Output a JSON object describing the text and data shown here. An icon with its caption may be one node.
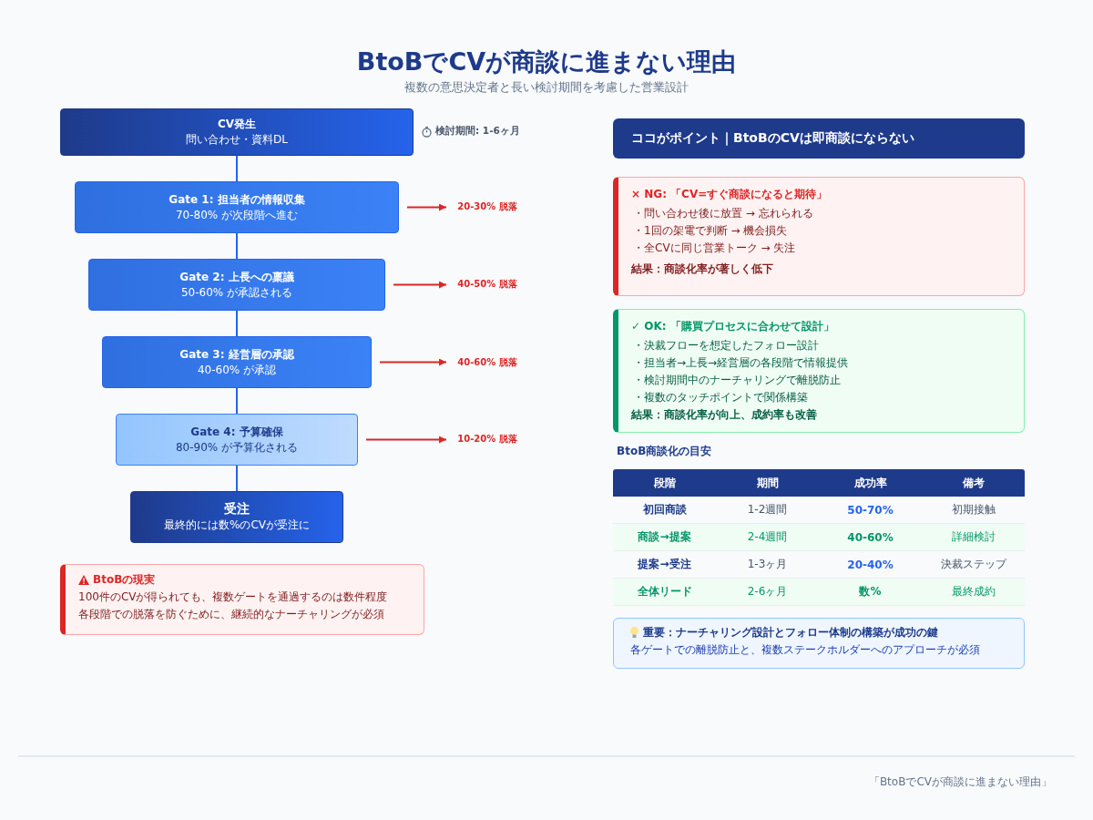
{
  "diagram": {
    "title": "BtoBでCVが商談に進まない理由",
    "nodes": [
      {
        "text": [
          "CV発生",
          "問い合わせ・資料DL"
        ],
        "beside": [
          "検討期間: 1-6ヶ月"
        ]
      },
      {
        "text": [
          "Gate 1: 担当者の情報収集",
          "70-80% が次段階へ進む"
        ]
      },
      {
        "text": [
          "20-30% 脱落"
        ]
      },
      {
        "text": [
          "Gate 2: 上長への稟議",
          "50-60% が承認される"
        ]
      },
      {
        "text": [
          "40-50% 脱落"
        ]
      },
      {
        "text": [
          "Gate 3: 経営層の承認",
          "40-60% が承認"
        ]
      },
      {
        "text": [
          "40-60% 脱落"
        ]
      },
      {
        "text": [
          "Gate 4: 予算確保",
          "80-90% が予算化される"
        ]
      },
      {
        "text": [
          "10-20% 脱落"
        ]
      },
      {
        "text": [
          "受注",
          "最終的には数%のCVが受注に"
        ]
      },
      {
        "text": [
          "BtoBの現実",
          "100件のCVが得られても、複数ゲートを通過するのは数件程度",
          "各段階での脱落を防ぐために、継続的なナーチャリングが必須"
        ]
      },
      {
        "text": [
          "ココがポイント｜BtoBのCVは即商談にならない"
        ]
      },
      {
        "text": [
          "× NG: 「CV=すぐ商談になると期待」",
          "・問い合わせ後に放置 → 忘れられる",
          "・1回の架電で判断 → 機会損失",
          "・全CVに同じ営業トーク → 失注",
          "結果：商談化率が著しく低下"
        ]
      },
      {
        "text": [
          "✓ OK: 「購買プロセスに合わせて設計」",
          "・決裁フローを想定したフォロー設計",
          "・担当者→上長→経営層の各段階で情報提供",
          "・検討期間中のナーチャリングで離脱防止",
          "・複数のタッチポイントで関係構築",
          "結果：商談化率が向上、成約率も改善"
        ]
      },
      {
        "text": [
          "重要：ナーチャリング設計とフォロー体制の構築が成功の鍵",
          "各ゲートでの離脱防止と、複数ステークホルダーへのアプローチが必須"
        ]
      }
    ],
    "edges": [
      {
        "from": 0,
        "to": 1,
        "arrow": "none"
      },
      {
        "from": 1,
        "to": 2,
        "arrow": "to",
        "color": "#dc2626"
      },
      {
        "from": 1,
        "to": 3,
        "arrow": "none"
      },
      {
        "from": 3,
        "to": 4,
        "arrow": "to",
        "color": "#dc2626"
      },
      {
        "from": 3,
        "to": 5,
        "arrow": "none"
      },
      {
        "from": 5,
        "to": 6,
        "arrow": "to",
        "color": "#dc2626"
      },
      {
        "from": 5,
        "to": 7,
        "arrow": "none"
      },
      {
        "from": 7,
        "to": 8,
        "arrow": "to",
        "color": "#dc2626"
      },
      {
        "from": 7,
        "to": 9,
        "arrow": "none"
      }
    ],
    "labels": [
      "複数の意思決定者と長い検討期間を考慮した営業設計",
      "BtoB商談化の目安",
      "段階",
      "期間",
      "成功率",
      "備考",
      "初回商談",
      "1-2週間",
      "50-70%",
      "初期接触",
      "商談→提案",
      "2-4週間",
      "40-60%",
      "詳細検討",
      "提案→受注",
      "1-3ヶ月",
      "20-40%",
      "決裁ステップ",
      "全体リード",
      "2-6ヶ月",
      "数%",
      "最終成約",
      "「BtoBでCVが商談に進まない理由」"
    ]
  }
}
